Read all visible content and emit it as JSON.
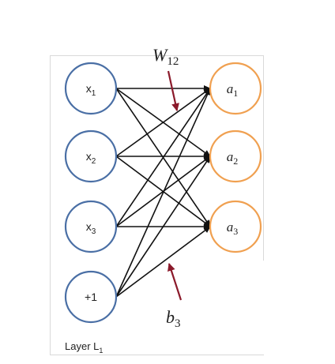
{
  "input_nodes": [
    {
      "base": "x",
      "sub": "1"
    },
    {
      "base": "x",
      "sub": "2"
    },
    {
      "base": "x",
      "sub": "3"
    },
    {
      "base": "+1",
      "sub": ""
    }
  ],
  "output_nodes": [
    {
      "base": "a",
      "sub": "1"
    },
    {
      "base": "a",
      "sub": "2"
    },
    {
      "base": "a",
      "sub": "3"
    }
  ],
  "weight_label": {
    "base": "W",
    "sub": "12"
  },
  "bias_label": {
    "base": "b",
    "sub": "3"
  },
  "layer_label": {
    "base": "Layer L",
    "sub": "1"
  },
  "colors": {
    "input_stroke": "#4a6fa5",
    "output_stroke": "#f0a050",
    "edge": "#111111",
    "annotation_arrow": "#8b1a2b"
  }
}
